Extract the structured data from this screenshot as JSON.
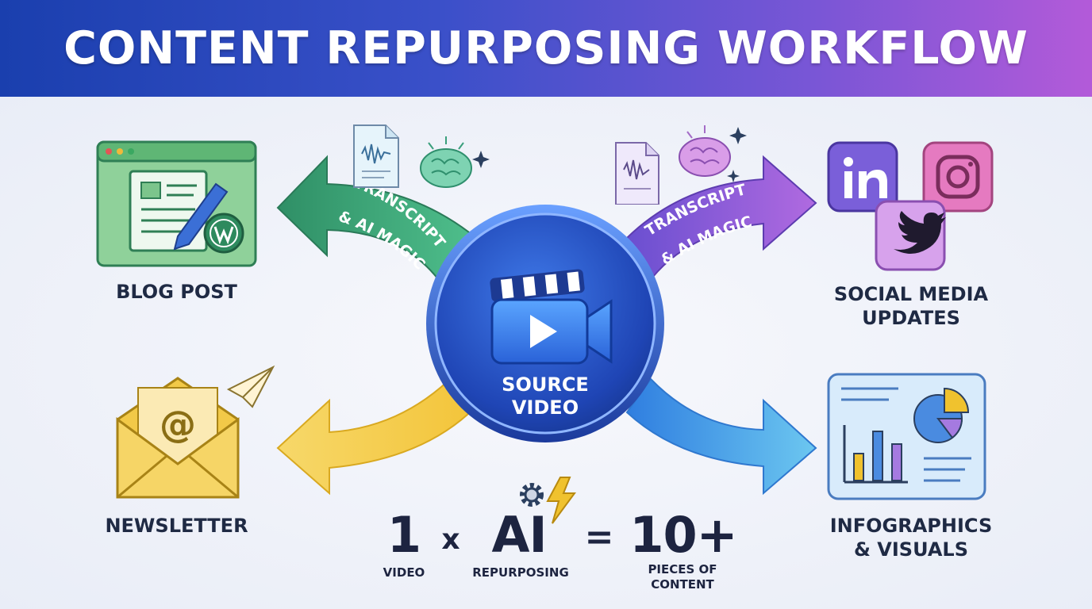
{
  "header": {
    "title": "CONTENT REPURPOSING WORKFLOW"
  },
  "center": {
    "line1": "SOURCE",
    "line2": "VIDEO"
  },
  "arrows": {
    "left_top": {
      "line1": "TRANSCRIPT",
      "line2": "& AI MAGIC"
    },
    "right_top": {
      "line1": "TRANSCRIPT",
      "line2": "& AI MAGIC"
    }
  },
  "outputs": {
    "blog": {
      "label": "BLOG POST"
    },
    "social": {
      "line1": "SOCIAL MEDIA",
      "line2": "UPDATES"
    },
    "newsletter": {
      "label": "NEWSLETTER"
    },
    "infographics": {
      "line1": "INFOGRAPHICS",
      "line2": "& VISUALS"
    }
  },
  "equation": {
    "term1": {
      "value": "1",
      "caption": "VIDEO"
    },
    "op1": "x",
    "term2": {
      "value": "AI",
      "caption": "REPURPOSING"
    },
    "op2": "=",
    "term3": {
      "value": "10+",
      "caption_line1": "PIECES OF",
      "caption_line2": "CONTENT"
    }
  },
  "colors": {
    "header_start": "#1a3fae",
    "header_end": "#b35ad9",
    "green": "#2f9a6e",
    "purple": "#8a4fd1",
    "yellow": "#f0c22e",
    "blue": "#3f95e6",
    "center_blue": "#2253c7"
  }
}
